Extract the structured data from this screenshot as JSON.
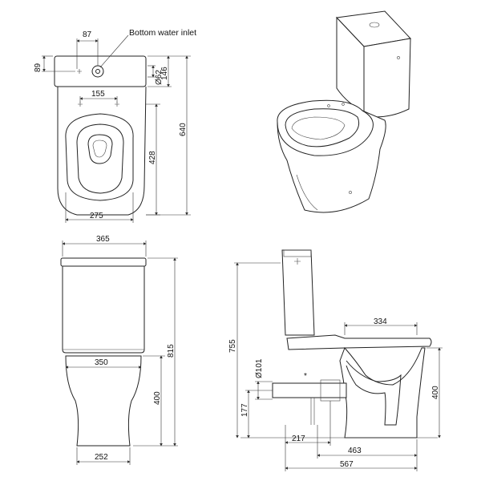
{
  "labels": {
    "bottom_water_inlet": "Bottom water inlet",
    "star": "*"
  },
  "dimensions": {
    "top_87": "87",
    "top_89": "89",
    "top_62": "Ø62",
    "top_146": "146",
    "top_155": "155",
    "top_428": "428",
    "top_640": "640",
    "top_275": "275",
    "front_365": "365",
    "front_350": "350",
    "front_815": "815",
    "front_400": "400",
    "front_252": "252",
    "side_334": "334",
    "side_755": "755",
    "side_101": "Ø101",
    "side_177": "177",
    "side_400": "400",
    "side_217": "217",
    "side_463": "463",
    "side_567": "567"
  },
  "colors": {
    "line": "#222222",
    "background": "#ffffff"
  }
}
